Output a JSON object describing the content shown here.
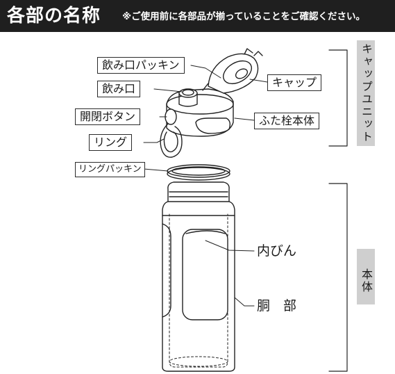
{
  "header": {
    "title": "各部の名称",
    "note": "※ご使用前に各部品が揃っていることをご確認ください。"
  },
  "labels": {
    "nomikuchi_packing": "飲み口パッキン",
    "nomikuchi": "飲み口",
    "kaihei_button": "開閉ボタン",
    "ring": "リング",
    "ring_packing": "リングパッキン",
    "cap": "キャップ",
    "futasen_hontai": "ふた栓本体",
    "uchibin": "内びん",
    "dobu": "胴　部"
  },
  "groups": {
    "cap_unit": "キャップユニット",
    "hontai": "本体"
  }
}
